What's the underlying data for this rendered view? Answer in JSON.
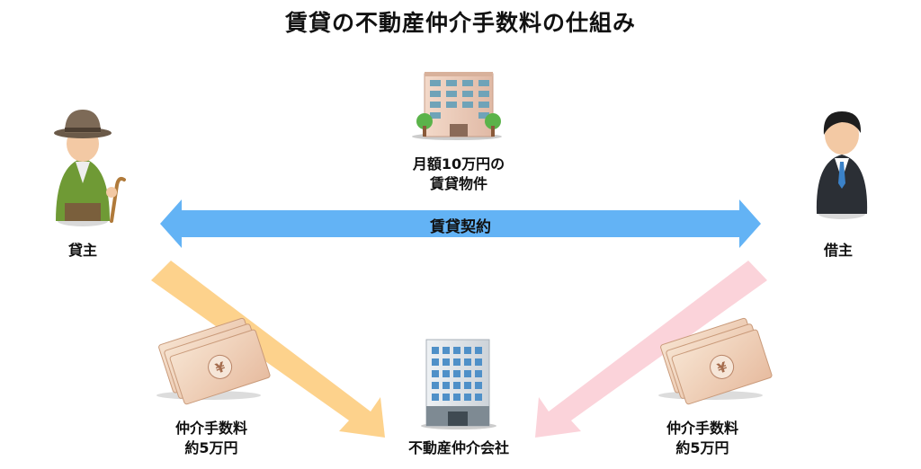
{
  "title": "賃貸の不動産仲介手数料の仕組み",
  "landlord": {
    "label": "貸主",
    "icon": "elderly-man-with-cane-icon"
  },
  "tenant": {
    "label": "借主",
    "icon": "businessman-icon"
  },
  "property": {
    "line1": "月額10万円の",
    "line2": "賃貸物件",
    "icon": "apartment-building-icon"
  },
  "contract": {
    "label": "賃貸契約",
    "color": "#63b3f5"
  },
  "agency": {
    "label": "不動産仲介会社",
    "icon": "office-building-icon"
  },
  "fee_left": {
    "line1": "仲介手数料",
    "line2": "約5万円",
    "color": "#fdd28c",
    "icon": "yen-banknotes-icon"
  },
  "fee_right": {
    "line1": "仲介手数料",
    "line2": "約5万円",
    "color": "#fbd3da",
    "icon": "yen-banknotes-icon"
  }
}
